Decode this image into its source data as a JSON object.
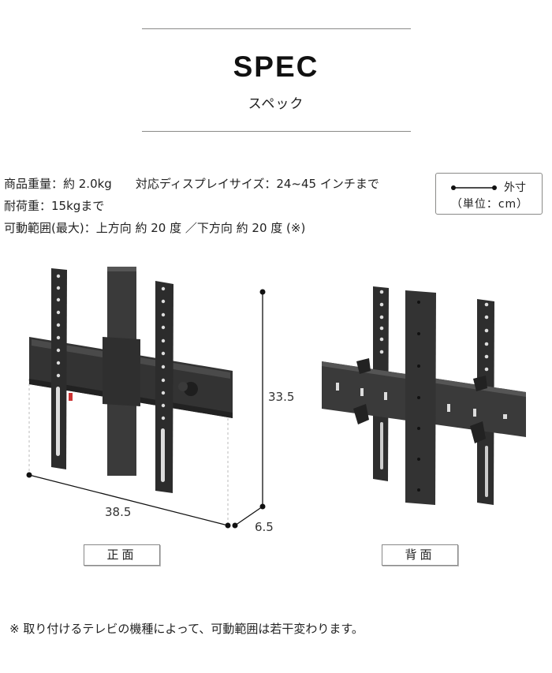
{
  "header": {
    "title": "SPEC",
    "subtitle": "スペック"
  },
  "specs": {
    "weight": "商品重量：約 2.0kg",
    "display_size": "対応ディスプレイサイズ：24~45 インチまで",
    "load_capacity": "耐荷重：15kgまで",
    "tilt_range": "可動範囲(最大)：上方向 約 20 度 ／下方向 約 20 度 (※)"
  },
  "legend": {
    "line_label": "外寸",
    "unit": "（単位：cm）"
  },
  "dimensions": {
    "width": "38.5",
    "height": "33.5",
    "depth": "6.5"
  },
  "views": {
    "front_label": "正面",
    "back_label": "背面"
  },
  "footnote": "※ 取り付けるテレビの機種によって、可動範囲は若干変わります。",
  "colors": {
    "rule": "#8a8a88",
    "bracket_dark": "#2e2e2e",
    "bracket_mid": "#3d3d3d",
    "text": "#222222"
  }
}
